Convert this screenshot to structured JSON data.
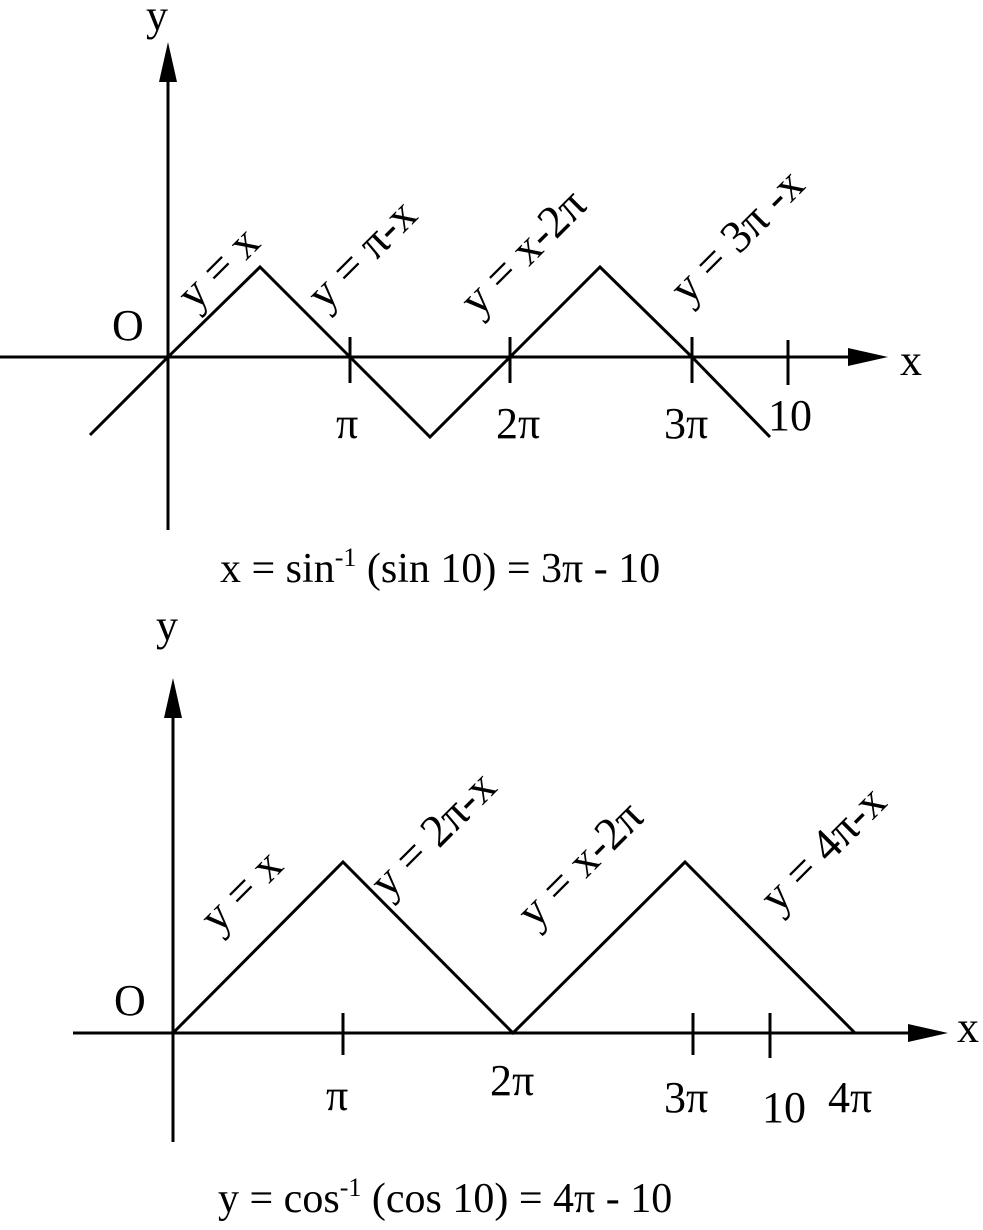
{
  "top": {
    "y_label": "y",
    "x_label": "x",
    "origin_label": "O",
    "ticks": [
      "π",
      "2π",
      "3π",
      "10"
    ],
    "segments": [
      "y = x",
      "y = π-x",
      "y = x-2π",
      "y = 3π -x"
    ],
    "equation": {
      "pre": "x = sin",
      "sup": "-1",
      "post": " (sin 10) = 3π - 10"
    }
  },
  "bottom": {
    "y_label": "y",
    "x_label": "x",
    "origin_label": "O",
    "ticks": [
      "π",
      "2π",
      "3π",
      "10",
      "4π"
    ],
    "segments": [
      "y = x",
      "y = 2π-x",
      "y = x-2π",
      "y = 4π-x"
    ],
    "equation": {
      "pre": "y = cos",
      "sup": "-1",
      "post": " (cos 10) = 4π - 10"
    }
  }
}
